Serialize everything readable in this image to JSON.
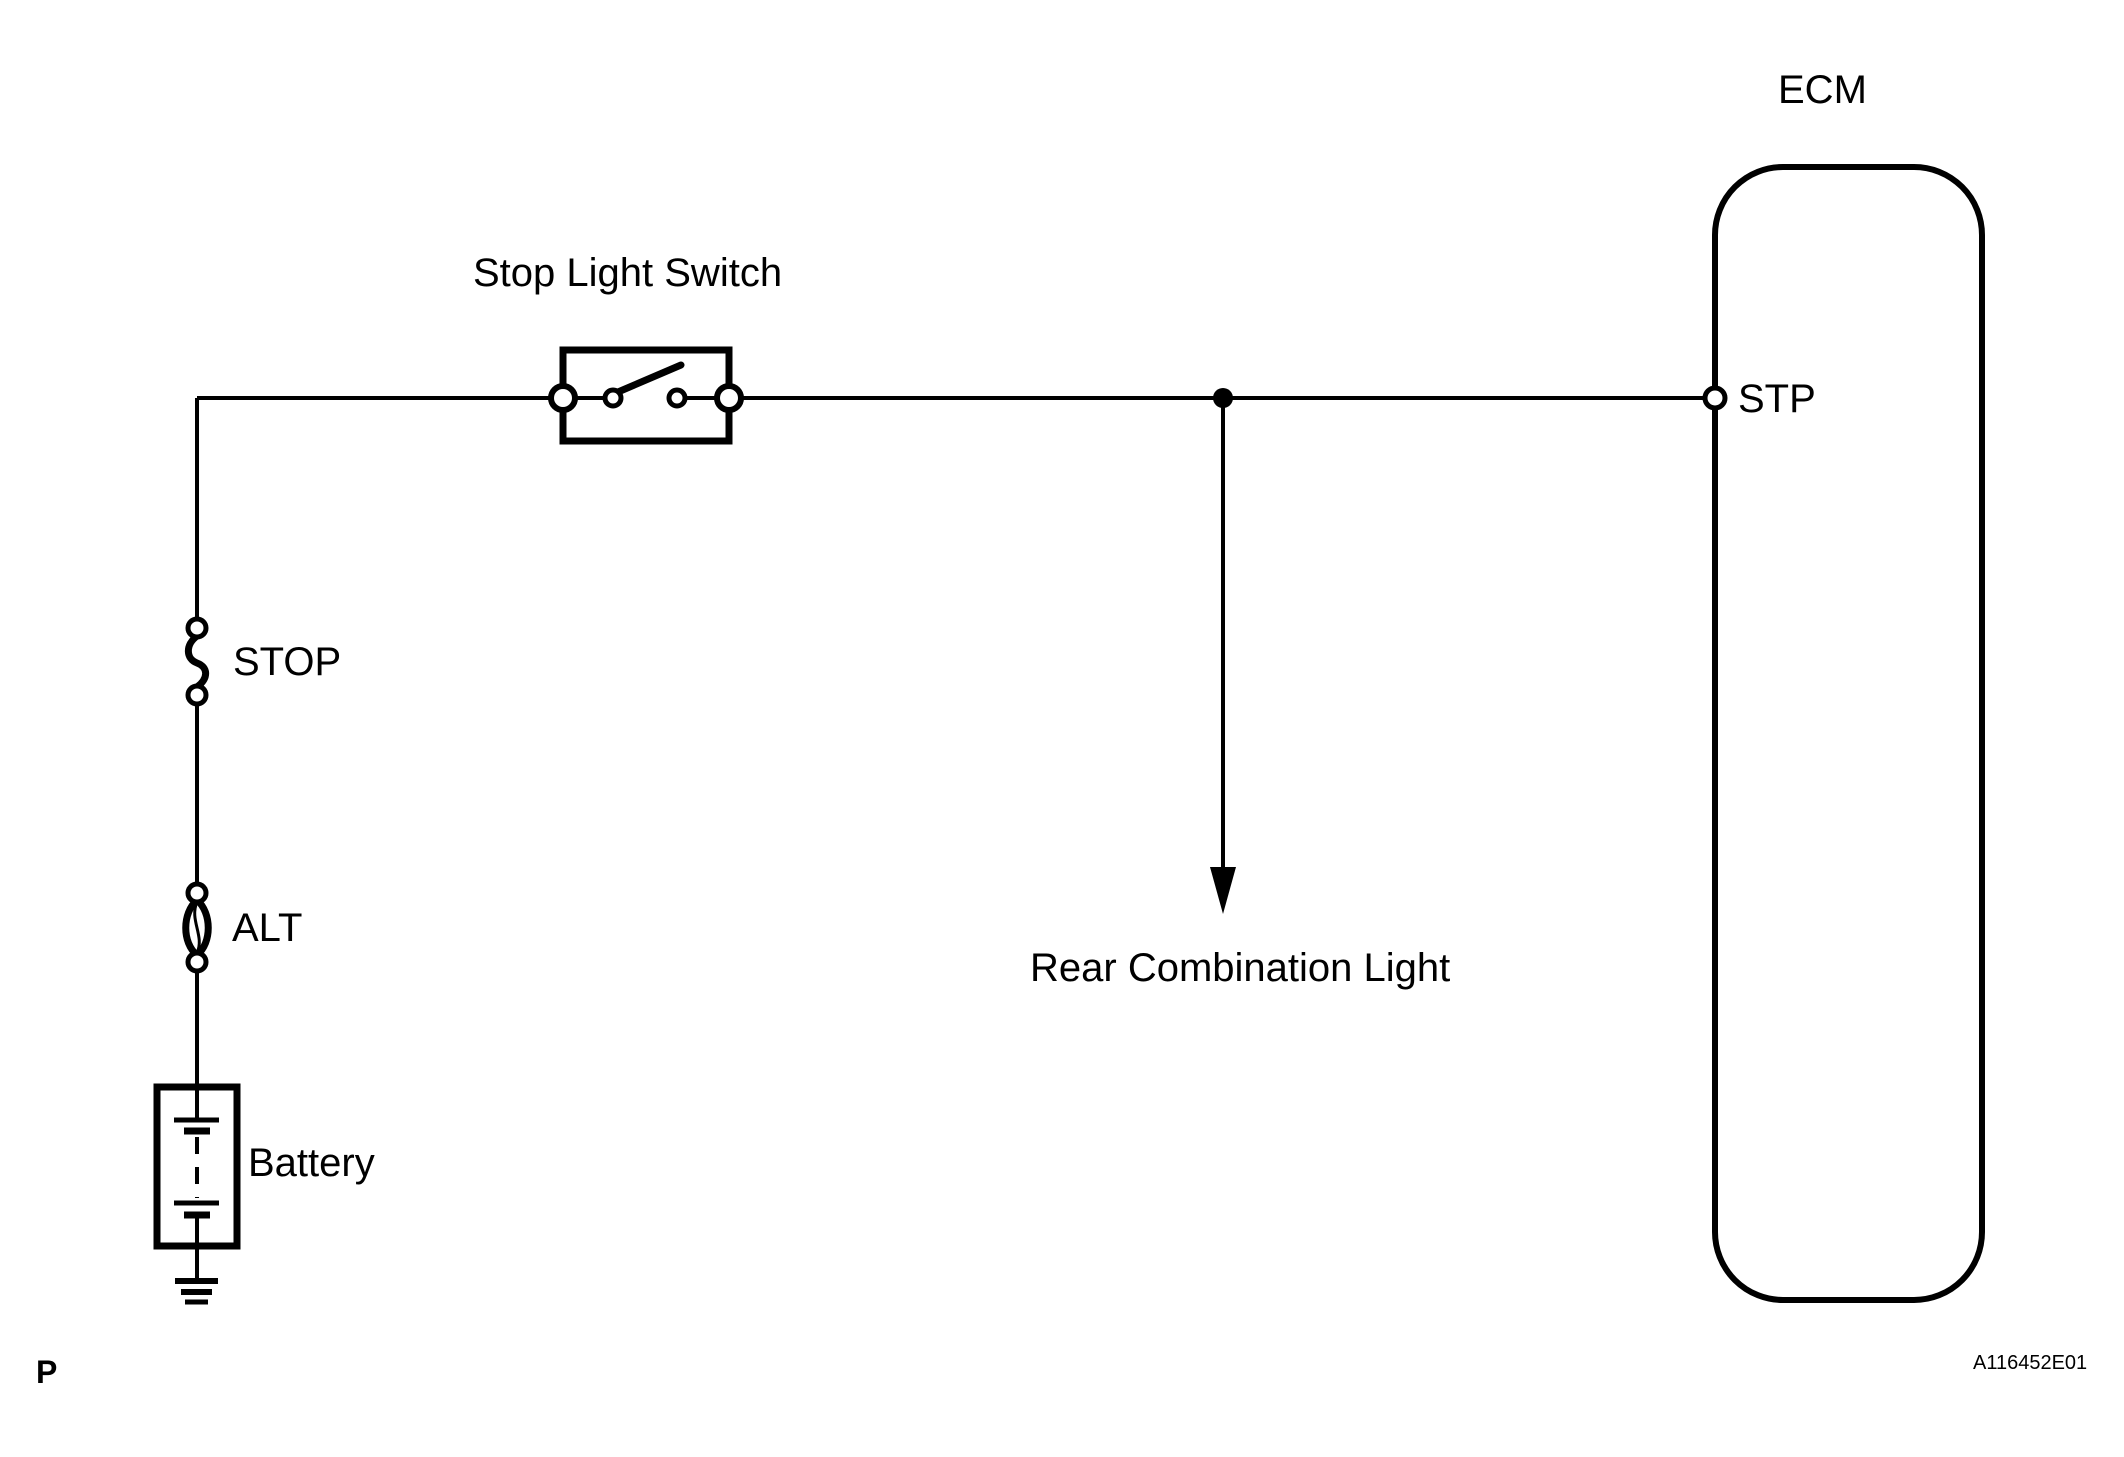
{
  "diagram": {
    "type": "wiring-schematic",
    "page_marker": "P",
    "figure_code": "A116452E01",
    "colors": {
      "line": "#000000",
      "background": "#ffffff"
    },
    "components": {
      "battery": {
        "label": "Battery"
      },
      "alt_fusible_link": {
        "label": "ALT"
      },
      "stop_fuse": {
        "label": "STOP"
      },
      "stop_light_switch": {
        "label": "Stop Light Switch"
      },
      "rear_combination_light": {
        "label": "Rear Combination Light"
      },
      "ecm": {
        "label": "ECM"
      },
      "stp_terminal": {
        "label": "STP"
      }
    },
    "connections": [
      "Battery -> ALT fusible link -> STOP fuse -> Stop Light Switch",
      "Stop Light Switch -> junction -> Rear Combination Light",
      "junction -> ECM terminal STP"
    ]
  }
}
